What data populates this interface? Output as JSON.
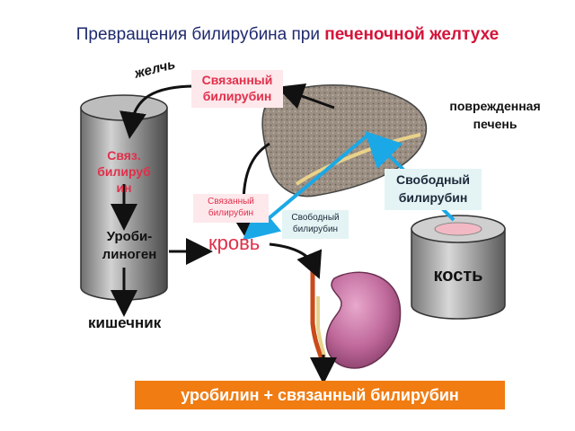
{
  "title": {
    "prefix": "Превращения  билирубина при ",
    "highlight": "печеночной желтухе"
  },
  "labels": {
    "bile": "желчь",
    "bound_bilirubin_top": "Связанный билирубин",
    "damaged_liver": "поврежденная печень",
    "intestine_bound": "Связ. билируб ин",
    "free_bilirubin_right": "Свободный билирубин",
    "bound_bilirubin_small": "Связанный билирубин",
    "free_bilirubin_small": "Свободный билирубин",
    "urobilinogen": "Уроби- линоген",
    "blood": "кровь",
    "bone": "кость",
    "intestine": "кишечник",
    "bottom_result": "уробилин + связанный билирубин"
  },
  "colors": {
    "title": "#1f2a6e",
    "accent_red": "#d4143a",
    "arrow_blue": "#1ba8e6",
    "result_bar": "#f07c12",
    "kidney": "#c06a9c"
  }
}
